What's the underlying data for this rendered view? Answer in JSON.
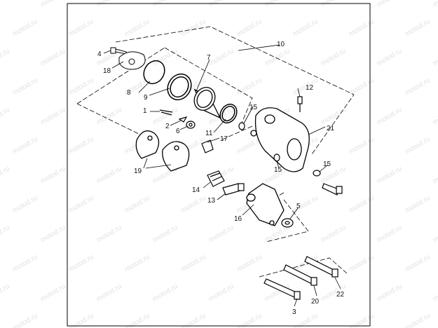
{
  "watermark": {
    "text": "motod.ru"
  },
  "callouts": [
    {
      "id": "c1",
      "text": "1"
    },
    {
      "id": "c2",
      "text": "2"
    },
    {
      "id": "c3",
      "text": "3"
    },
    {
      "id": "c4",
      "text": "4"
    },
    {
      "id": "c5",
      "text": "5"
    },
    {
      "id": "c6",
      "text": "6"
    },
    {
      "id": "c7",
      "text": "7"
    },
    {
      "id": "c8",
      "text": "8"
    },
    {
      "id": "c9",
      "text": "9"
    },
    {
      "id": "c10",
      "text": "10"
    },
    {
      "id": "c11",
      "text": "11"
    },
    {
      "id": "c12",
      "text": "12"
    },
    {
      "id": "c13",
      "text": "13"
    },
    {
      "id": "c14",
      "text": "14"
    },
    {
      "id": "c15a",
      "text": "15"
    },
    {
      "id": "c15b",
      "text": "15"
    },
    {
      "id": "c15c",
      "text": "15"
    },
    {
      "id": "c16",
      "text": "16"
    },
    {
      "id": "c17",
      "text": "17"
    },
    {
      "id": "c18",
      "text": "18"
    },
    {
      "id": "c19",
      "text": "19"
    },
    {
      "id": "c20",
      "text": "20"
    },
    {
      "id": "c21",
      "text": "21"
    },
    {
      "id": "c22",
      "text": "22"
    }
  ]
}
